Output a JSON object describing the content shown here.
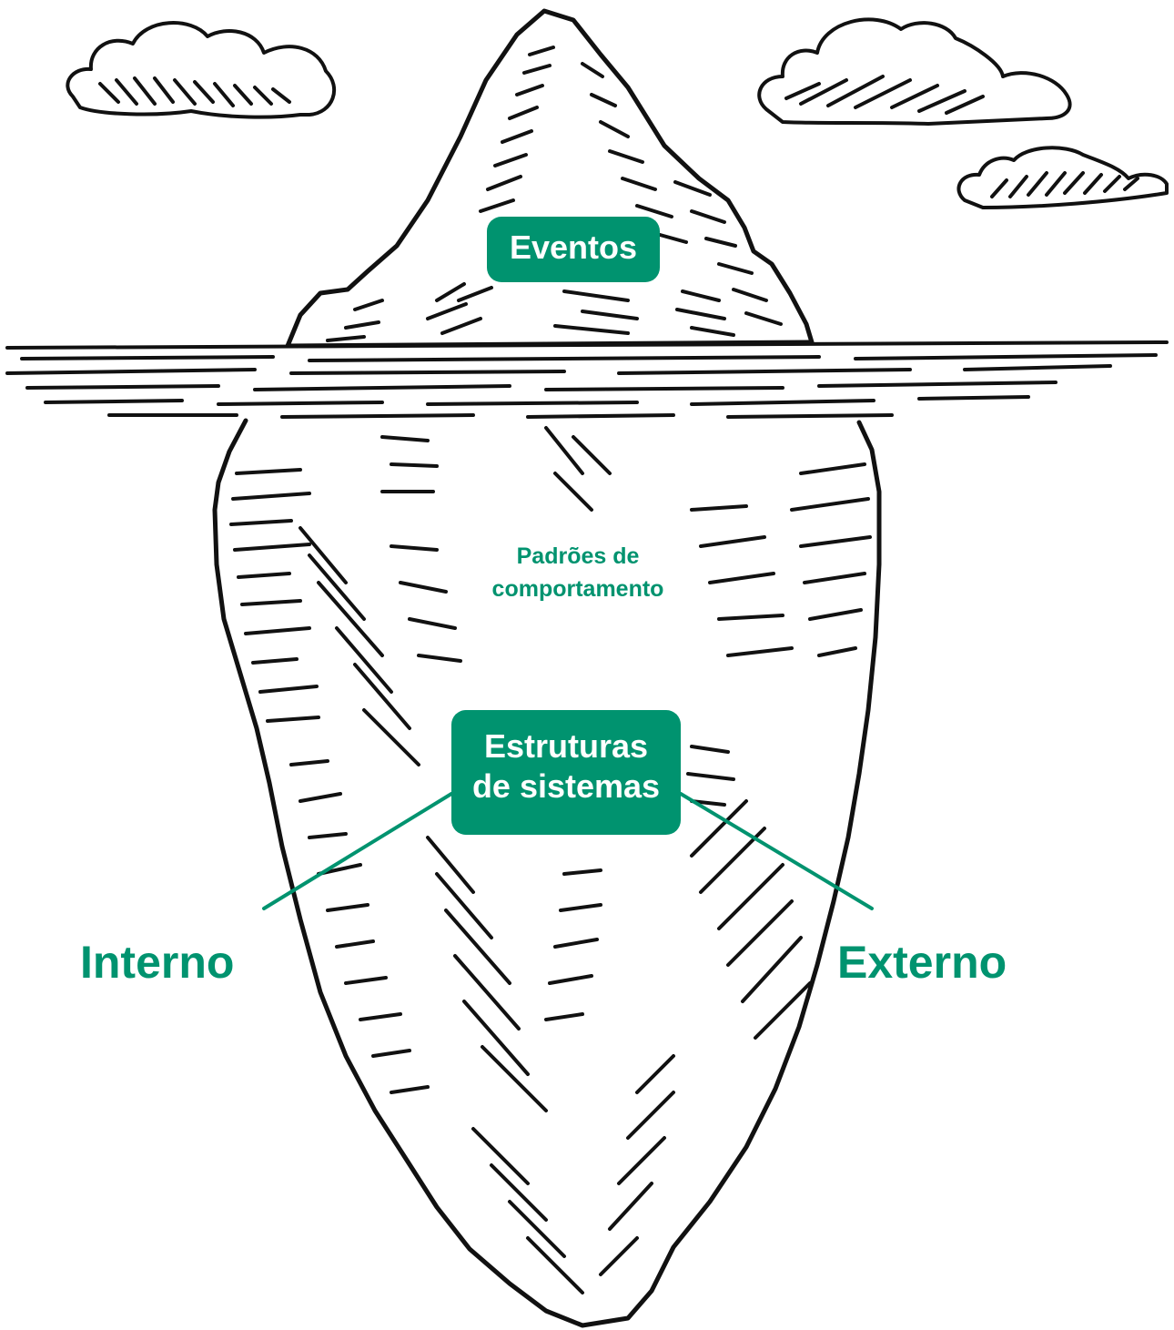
{
  "colors": {
    "accent": "#00936f",
    "ink": "#111111",
    "background": "#ffffff"
  },
  "labels": {
    "eventos": "Eventos",
    "padroes_line1": "Padrões de",
    "padroes_line2": "comportamento",
    "estruturas_line1": "Estruturas",
    "estruturas_line2": "de sistemas",
    "interno": "Interno",
    "externo": "Externo"
  }
}
